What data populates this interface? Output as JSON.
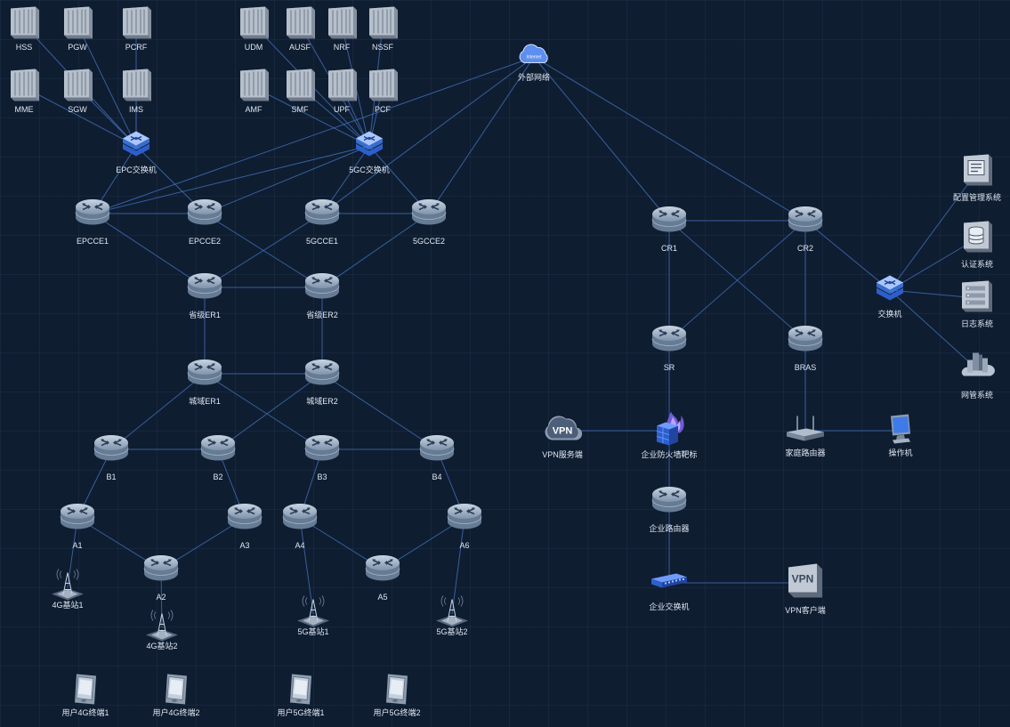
{
  "colors": {
    "background": "#0f1d31",
    "link": "#3d6bb0",
    "router": "#8fa4bd",
    "switch": "#3f7be8",
    "server": "#9aa5b3"
  },
  "nodes": [
    {
      "id": "hss",
      "label": "HSS",
      "type": "server"
    },
    {
      "id": "pgw",
      "label": "PGW",
      "type": "server"
    },
    {
      "id": "pcrf",
      "label": "PCRF",
      "type": "server"
    },
    {
      "id": "mme",
      "label": "MME",
      "type": "server"
    },
    {
      "id": "sgw",
      "label": "SGW",
      "type": "server"
    },
    {
      "id": "ims",
      "label": "IMS",
      "type": "server"
    },
    {
      "id": "udm",
      "label": "UDM",
      "type": "server"
    },
    {
      "id": "ausf",
      "label": "AUSF",
      "type": "server"
    },
    {
      "id": "nrf",
      "label": "NRF",
      "type": "server"
    },
    {
      "id": "nssf",
      "label": "NSSF",
      "type": "server"
    },
    {
      "id": "amf",
      "label": "AMF",
      "type": "server"
    },
    {
      "id": "smf",
      "label": "SMF",
      "type": "server"
    },
    {
      "id": "upf",
      "label": "UPF",
      "type": "server"
    },
    {
      "id": "pcf",
      "label": "PCF",
      "type": "server"
    },
    {
      "id": "internet",
      "label": "外部网络",
      "type": "cloud",
      "tag": "Internet"
    },
    {
      "id": "epcsw",
      "label": "EPC交换机",
      "type": "switch"
    },
    {
      "id": "5gcsw",
      "label": "5GC交换机",
      "type": "switch"
    },
    {
      "id": "epcce1",
      "label": "EPCCE1",
      "type": "router"
    },
    {
      "id": "epcce2",
      "label": "EPCCE2",
      "type": "router"
    },
    {
      "id": "5gcce1",
      "label": "5GCCE1",
      "type": "router"
    },
    {
      "id": "5gcce2",
      "label": "5GCCE2",
      "type": "router"
    },
    {
      "id": "prer1",
      "label": "省级ER1",
      "type": "router"
    },
    {
      "id": "prer2",
      "label": "省级ER2",
      "type": "router"
    },
    {
      "id": "cityer1",
      "label": "城域ER1",
      "type": "router"
    },
    {
      "id": "cityer2",
      "label": "城域ER2",
      "type": "router"
    },
    {
      "id": "b1",
      "label": "B1",
      "type": "router"
    },
    {
      "id": "b2",
      "label": "B2",
      "type": "router"
    },
    {
      "id": "b3",
      "label": "B3",
      "type": "router"
    },
    {
      "id": "b4",
      "label": "B4",
      "type": "router"
    },
    {
      "id": "a1",
      "label": "A1",
      "type": "router"
    },
    {
      "id": "a2",
      "label": "A2",
      "type": "router"
    },
    {
      "id": "a3",
      "label": "A3",
      "type": "router"
    },
    {
      "id": "a4",
      "label": "A4",
      "type": "router"
    },
    {
      "id": "a5",
      "label": "A5",
      "type": "router"
    },
    {
      "id": "a6",
      "label": "A6",
      "type": "router"
    },
    {
      "id": "bs4g1",
      "label": "4G基站1",
      "type": "tower"
    },
    {
      "id": "bs4g2",
      "label": "4G基站2",
      "type": "tower"
    },
    {
      "id": "bs5g1",
      "label": "5G基站1",
      "type": "tower"
    },
    {
      "id": "bs5g2",
      "label": "5G基站2",
      "type": "tower"
    },
    {
      "id": "ue4g1",
      "label": "用户4G终端1",
      "type": "phone"
    },
    {
      "id": "ue4g2",
      "label": "用户4G终端2",
      "type": "phone"
    },
    {
      "id": "ue5g1",
      "label": "用户5G终端1",
      "type": "phone"
    },
    {
      "id": "ue5g2",
      "label": "用户5G终端2",
      "type": "phone"
    },
    {
      "id": "cr1",
      "label": "CR1",
      "type": "router"
    },
    {
      "id": "cr2",
      "label": "CR2",
      "type": "router"
    },
    {
      "id": "sr",
      "label": "SR",
      "type": "router"
    },
    {
      "id": "bras",
      "label": "BRAS",
      "type": "router"
    },
    {
      "id": "mgmtsw",
      "label": "交换机",
      "type": "switch"
    },
    {
      "id": "cfg",
      "label": "配置管理系统",
      "type": "doc"
    },
    {
      "id": "auth",
      "label": "认证系统",
      "type": "db"
    },
    {
      "id": "log",
      "label": "日志系统",
      "type": "rack"
    },
    {
      "id": "nms",
      "label": "网管系统",
      "type": "nms"
    },
    {
      "id": "vpnsrv",
      "label": "VPN服务端",
      "type": "vpncloud",
      "tag": "VPN"
    },
    {
      "id": "fw",
      "label": "企业防火墙靶标",
      "type": "firewall"
    },
    {
      "id": "homert",
      "label": "家庭路由器",
      "type": "homerouter"
    },
    {
      "id": "op",
      "label": "操作机",
      "type": "pc"
    },
    {
      "id": "entrt",
      "label": "企业路由器",
      "type": "router"
    },
    {
      "id": "entsw",
      "label": "企业交换机",
      "type": "entswitch"
    },
    {
      "id": "vpncli",
      "label": "VPN客户端",
      "type": "vpnbox",
      "tag": "VPN"
    }
  ],
  "links": [
    [
      "hss",
      "epcsw"
    ],
    [
      "pgw",
      "epcsw"
    ],
    [
      "pcrf",
      "epcsw"
    ],
    [
      "mme",
      "epcsw"
    ],
    [
      "sgw",
      "epcsw"
    ],
    [
      "ims",
      "epcsw"
    ],
    [
      "udm",
      "5gcsw"
    ],
    [
      "ausf",
      "5gcsw"
    ],
    [
      "nrf",
      "5gcsw"
    ],
    [
      "nssf",
      "5gcsw"
    ],
    [
      "amf",
      "5gcsw"
    ],
    [
      "smf",
      "5gcsw"
    ],
    [
      "upf",
      "5gcsw"
    ],
    [
      "pcf",
      "5gcsw"
    ],
    [
      "internet",
      "epcce1"
    ],
    [
      "internet",
      "5gcce1"
    ],
    [
      "internet",
      "5gcce2"
    ],
    [
      "internet",
      "cr1"
    ],
    [
      "internet",
      "cr2"
    ],
    [
      "epcsw",
      "epcce1"
    ],
    [
      "epcsw",
      "epcce2"
    ],
    [
      "5gcsw",
      "epcce1"
    ],
    [
      "5gcsw",
      "epcce2"
    ],
    [
      "5gcsw",
      "5gcce1"
    ],
    [
      "5gcsw",
      "5gcce2"
    ],
    [
      "epcce1",
      "epcce2"
    ],
    [
      "5gcce1",
      "5gcce2"
    ],
    [
      "epcce1",
      "prer1"
    ],
    [
      "epcce2",
      "prer2"
    ],
    [
      "5gcce1",
      "prer1"
    ],
    [
      "5gcce2",
      "prer2"
    ],
    [
      "prer1",
      "prer2"
    ],
    [
      "prer1",
      "cityer1"
    ],
    [
      "prer2",
      "cityer2"
    ],
    [
      "cityer1",
      "cityer2"
    ],
    [
      "cityer1",
      "b1"
    ],
    [
      "cityer1",
      "b3"
    ],
    [
      "cityer2",
      "b2"
    ],
    [
      "cityer2",
      "b4"
    ],
    [
      "b1",
      "b2"
    ],
    [
      "b3",
      "b4"
    ],
    [
      "b1",
      "a1"
    ],
    [
      "b2",
      "a3"
    ],
    [
      "b3",
      "a4"
    ],
    [
      "b4",
      "a6"
    ],
    [
      "a1",
      "a2"
    ],
    [
      "a2",
      "a3"
    ],
    [
      "a4",
      "a5"
    ],
    [
      "a5",
      "a6"
    ],
    [
      "a1",
      "bs4g1"
    ],
    [
      "a2",
      "bs4g2"
    ],
    [
      "a4",
      "bs5g1"
    ],
    [
      "a6",
      "bs5g2"
    ],
    [
      "cr1",
      "cr2"
    ],
    [
      "cr1",
      "sr"
    ],
    [
      "cr1",
      "bras"
    ],
    [
      "cr2",
      "sr"
    ],
    [
      "cr2",
      "bras"
    ],
    [
      "cr2",
      "mgmtsw"
    ],
    [
      "mgmtsw",
      "cfg"
    ],
    [
      "mgmtsw",
      "auth"
    ],
    [
      "mgmtsw",
      "log"
    ],
    [
      "mgmtsw",
      "nms"
    ],
    [
      "sr",
      "fw"
    ],
    [
      "vpnsrv",
      "fw"
    ],
    [
      "fw",
      "entrt"
    ],
    [
      "entrt",
      "entsw"
    ],
    [
      "entsw",
      "vpncli"
    ],
    [
      "bras",
      "homert"
    ],
    [
      "homert",
      "op"
    ]
  ]
}
